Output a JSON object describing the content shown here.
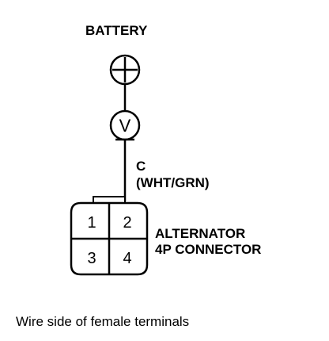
{
  "battery": {
    "label": "BATTERY",
    "terminal_icon": "plus-terminal-icon"
  },
  "meter": {
    "icon": "voltmeter-icon",
    "symbol": "V"
  },
  "wire": {
    "terminal": "C",
    "color_code": "(WHT/GRN)"
  },
  "connector": {
    "name_line1": "ALTERNATOR",
    "name_line2": "4P CONNECTOR",
    "pins": [
      "1",
      "2",
      "3",
      "4"
    ]
  },
  "caption": "Wire side of female terminals"
}
